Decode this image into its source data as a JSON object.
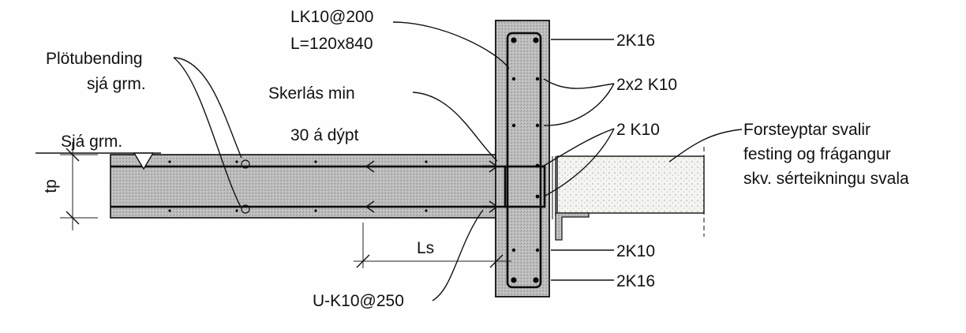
{
  "labels": {
    "lk10": "LK10@200",
    "length": "L=120x840",
    "plotubending": "Plötubending",
    "sja_grm_1": "sjá grm.",
    "sja_grm_2": "Sjá grm.",
    "skerlas": "Skerlás min",
    "depth": "30 á dýpt",
    "tp": "tp",
    "ls": "Ls",
    "u_k10": "U-K10@250",
    "top_2k16": "2K16",
    "k2x2": "2x2 K10",
    "k2": "2 K10",
    "k2k10": "2K10",
    "bottom_2k16": "2K16",
    "forsteyptar_1": "Forsteyptar svalir",
    "forsteyptar_2": "festing og frágangur",
    "forsteyptar_3": "skv. sérteikningu svala"
  },
  "colors": {
    "concrete": "#b9b9b9",
    "precast": "#f3f3ef",
    "ink": "#111111"
  }
}
